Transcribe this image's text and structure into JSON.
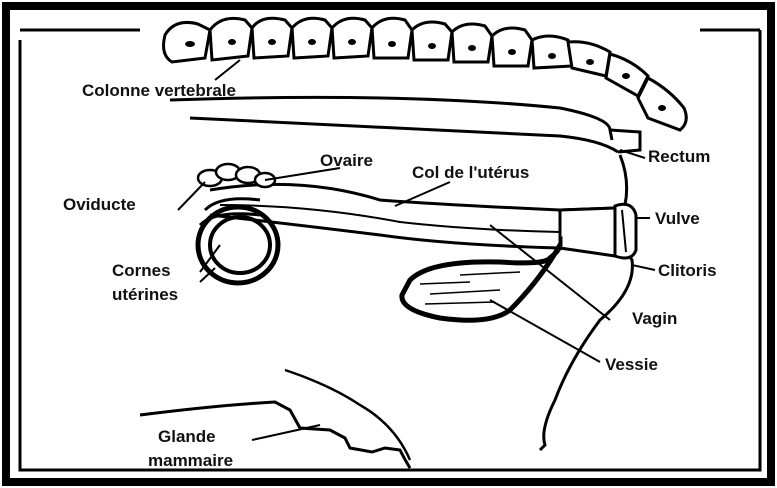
{
  "labels": {
    "colonne_vertebrale": "Colonne vertebrale",
    "rectum": "Rectum",
    "ovaire": "Ovaire",
    "col_uterus": "Col de l'utérus",
    "oviducte": "Oviducte",
    "vulve": "Vulve",
    "cornes_line1": "Cornes",
    "cornes_line2": "utérines",
    "clitoris": "Clitoris",
    "vagin": "Vagin",
    "vessie": "Vessie",
    "glande_line1": "Glande",
    "glande_line2": "mammaire"
  }
}
